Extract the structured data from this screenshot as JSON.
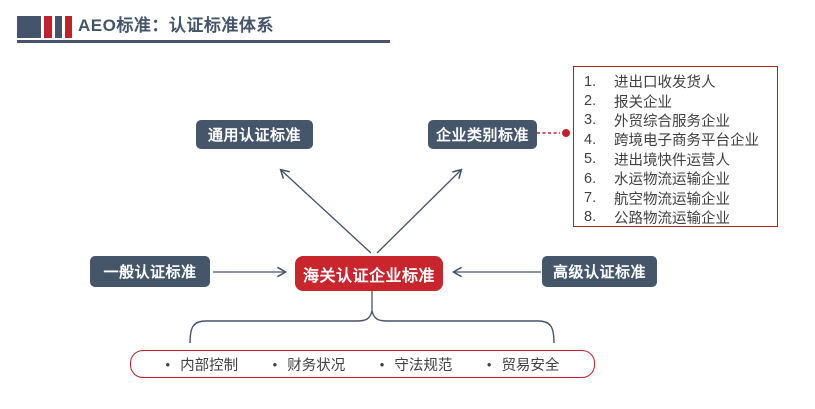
{
  "header": {
    "title": "AEO标准：认证标准体系"
  },
  "nodes": {
    "common_label": "通用认证标准",
    "category_label": "企业类别标准",
    "center_label": "海关认证企业标准",
    "general_label": "一般认证标准",
    "advanced_label": "高级认证标准"
  },
  "category_list": {
    "items": [
      {
        "num": "1.",
        "label": "进出口收发货人"
      },
      {
        "num": "2.",
        "label": "报关企业"
      },
      {
        "num": "3.",
        "label": "外贸综合服务企业"
      },
      {
        "num": "4.",
        "label": "跨境电子商务平台企业"
      },
      {
        "num": "5.",
        "label": "进出境快件运营人"
      },
      {
        "num": "6.",
        "label": "水运物流运输企业"
      },
      {
        "num": "7.",
        "label": "航空物流运输企业"
      },
      {
        "num": "8.",
        "label": "公路物流运输企业"
      }
    ]
  },
  "criteria": {
    "bullet_char": "•",
    "items": [
      {
        "label": "内部控制"
      },
      {
        "label": "财务状况"
      },
      {
        "label": "守法规范"
      },
      {
        "label": "贸易安全"
      }
    ]
  },
  "colors": {
    "slate": "#44546a",
    "node_fill": "#45566b",
    "red_fill": "#c9252d",
    "red_border": "#c3202c",
    "list_border": "#b02025",
    "body_text": "#404040"
  }
}
